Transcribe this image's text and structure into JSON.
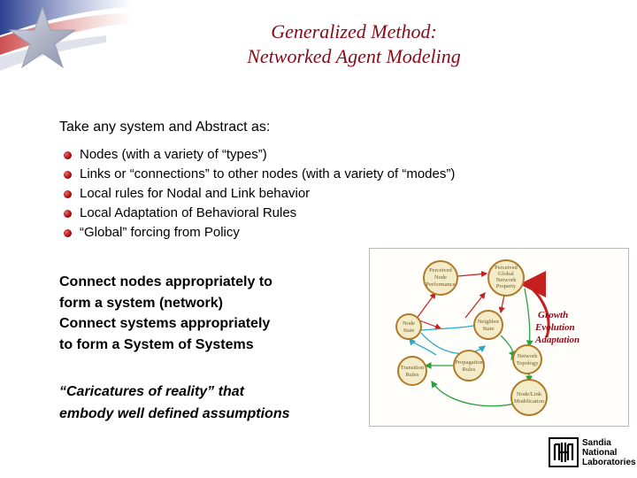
{
  "title": {
    "line1": "Generalized Method:",
    "line2": "Networked Agent Modeling"
  },
  "intro": "Take any system and Abstract as:",
  "bullets": [
    "Nodes (with a variety of “types”)",
    "Links or “connections” to other nodes (with a variety of “modes”)",
    "Local rules for Nodal and Link behavior",
    "Local Adaptation of Behavioral Rules",
    "“Global” forcing from Policy"
  ],
  "connect_lines": [
    "Connect nodes appropriately to",
    "form a system (network)",
    "Connect systems appropriately",
    "to form a System of Systems"
  ],
  "quote_lines": [
    "“Caricatures of reality” that",
    "embody well defined assumptions"
  ],
  "diagram": {
    "nodes": [
      [
        "Perceived",
        "Node",
        "Performance"
      ],
      [
        "Perceived",
        "Global",
        "Network",
        "Property"
      ],
      [
        "Node",
        "State"
      ],
      [
        "Neighbor",
        "State"
      ],
      [
        "Transition",
        "Rules"
      ],
      [
        "Propagation",
        "Rules"
      ],
      [
        "Network",
        "Topology"
      ],
      [
        "Node/Link",
        "Modification"
      ]
    ],
    "growth_lines": [
      "Growth",
      "Evolution",
      "Adaptation"
    ],
    "colors": {
      "ring": "#b07a28",
      "fill": "#f4ecc8",
      "arrow_red": "#c42020",
      "arrow_blue": "#2aa8c8",
      "arrow_green": "#2aa040"
    }
  },
  "logo": {
    "icon": "sandia-thunderbird-logo-icon",
    "lines": [
      "Sandia",
      "National",
      "Laboratories"
    ]
  },
  "colors": {
    "title": "#8b0a18",
    "bullet": "#b01010"
  }
}
